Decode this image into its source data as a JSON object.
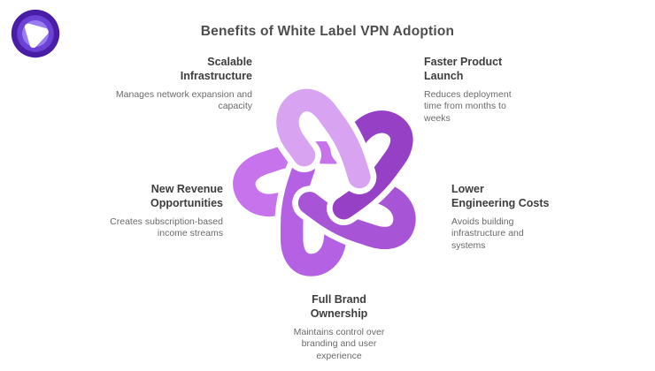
{
  "title": "Benefits of White Label VPN Adoption",
  "logo": {
    "name": "vpn-brand-logo",
    "outer_color": "#4a1da6",
    "mid_color": "#6b41d6",
    "inner_color": "#9a7df0",
    "glyph_color": "#ffffff"
  },
  "diagram": {
    "type": "interlocking-loop-flower",
    "petals": [
      {
        "position": "top-left",
        "color": "#d8a3f0",
        "heading": "Scalable\nInfrastructure",
        "description": "Manages network expansion and capacity"
      },
      {
        "position": "top-right",
        "color": "#9640c6",
        "heading": "Faster Product\nLaunch",
        "description": "Reduces deployment time from months to weeks"
      },
      {
        "position": "right",
        "color": "#a854d6",
        "heading": "Lower\nEngineering Costs",
        "description": "Avoids building infrastructure and systems"
      },
      {
        "position": "bottom",
        "color": "#b561e4",
        "heading": "Full Brand\nOwnership",
        "description": "Maintains control over branding and user experience"
      },
      {
        "position": "left",
        "color": "#c673ec",
        "heading": "New Revenue\nOpportunities",
        "description": "Creates subscription-based income streams"
      }
    ]
  }
}
